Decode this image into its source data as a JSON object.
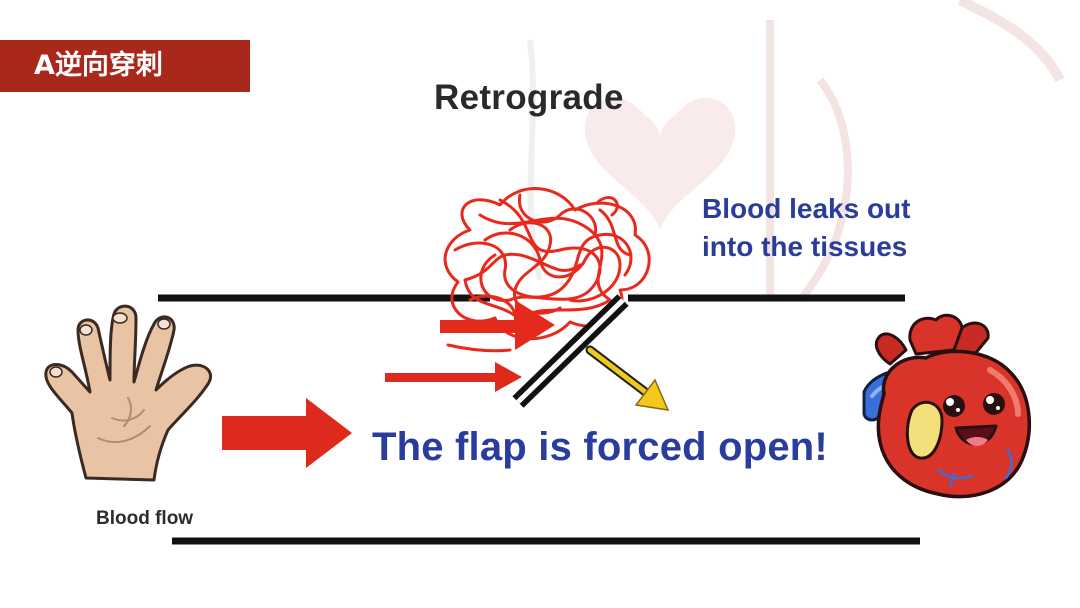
{
  "tag": {
    "label": "A逆向穿刺",
    "color": "#a8291c"
  },
  "diagram": {
    "title": "Retrograde",
    "leak_note": [
      "Blood leaks out",
      "into the tissues"
    ],
    "caption": "The flap is forced open!",
    "flow_label": "Blood flow"
  },
  "icons": {
    "hand": "open-hand-icon",
    "heart": "cartoon-heart-icon"
  },
  "colors": {
    "flow_arrow": "#dd2a1c",
    "clot": "#e8291c",
    "deflect_arrow": "#f2c81c",
    "caption_text": "#2a3d9c",
    "vessel_wall": "#111111"
  }
}
